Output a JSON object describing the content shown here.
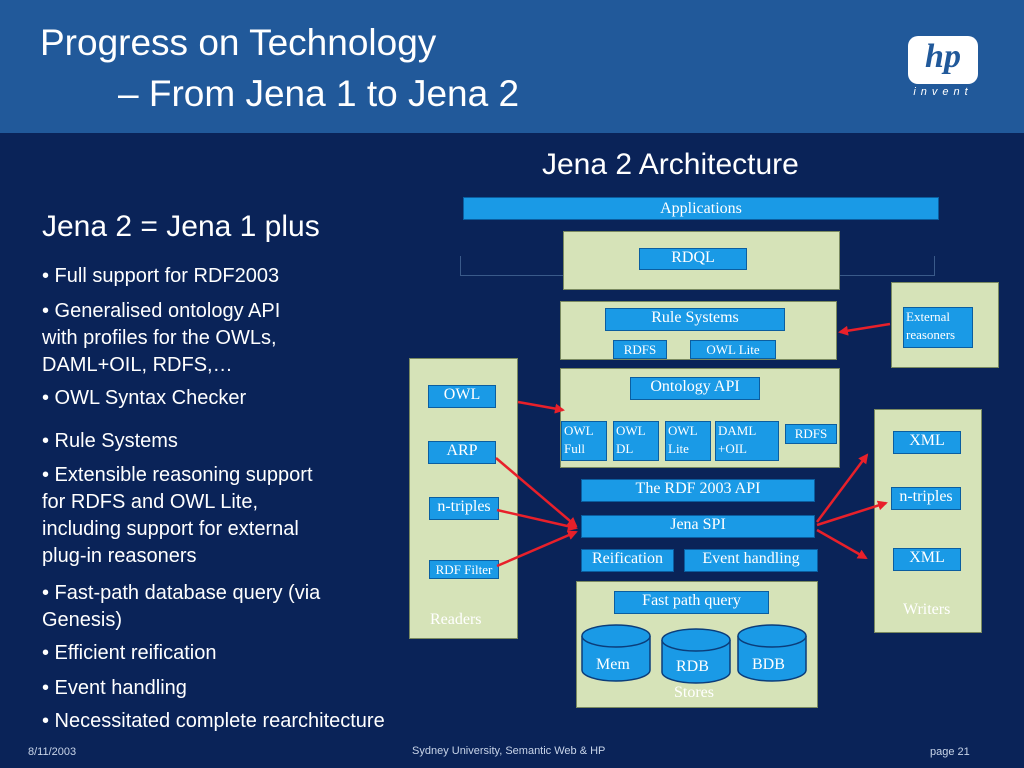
{
  "slide": {
    "title_line1": "Progress on Technology",
    "title_line2": "– From Jena 1 to Jena 2",
    "logo_text": "hp",
    "logo_tagline": "invent"
  },
  "left": {
    "heading": "Jena 2 = Jena 1 plus",
    "bullets": [
      "• Full support for RDF2003",
      "• Generalised ontology API",
      "with profiles for the OWLs,",
      "DAML+OIL, RDFS,…",
      "• OWL Syntax Checker",
      "• Rule Systems",
      "• Extensible reasoning support",
      "for RDFS and OWL Lite,",
      "including support for external",
      "plug-in reasoners",
      "• Fast-path database query (via",
      "Genesis)",
      "• Efficient reification",
      "• Event handling",
      "• Necessitated complete rearchitecture"
    ]
  },
  "diagram": {
    "title": "Jena 2 Architecture",
    "applications": "Applications",
    "rdql": "RDQL",
    "rule_systems": "Rule Systems",
    "rdfs": "RDFS",
    "owl_lite": "OWL Lite",
    "external_reasoners_1": "External",
    "external_reasoners_2": "reasoners",
    "ontology_api": "Ontology API",
    "owl_full_1": "OWL",
    "owl_full_2": "Full",
    "owl_dl_1": "OWL",
    "owl_dl_2": "DL",
    "owl_lite_1": "OWL",
    "owl_lite_2": "Lite",
    "daml_1": "DAML",
    "daml_2": "+OIL",
    "ont_rdfs": "RDFS",
    "rdf_api": "The RDF 2003 API",
    "jena_spi": "Jena SPI",
    "reification": "Reification",
    "event_handling": "Event handling",
    "fast_path": "Fast path query",
    "mem": "Mem",
    "rdb": "RDB",
    "bdb": "BDB",
    "stores": "Stores",
    "readers": {
      "owl": "OWL",
      "arp": "ARP",
      "ntriples": "n-triples",
      "rdf_filter": "RDF Filter",
      "label": "Readers"
    },
    "writers": {
      "xml1": "XML",
      "ntriples": "n-triples",
      "xml2": "XML",
      "label": "Writers"
    }
  },
  "footer": {
    "date": "8/11/2003",
    "center": "Sydney University, Semantic Web & HP",
    "page": "page 21"
  }
}
